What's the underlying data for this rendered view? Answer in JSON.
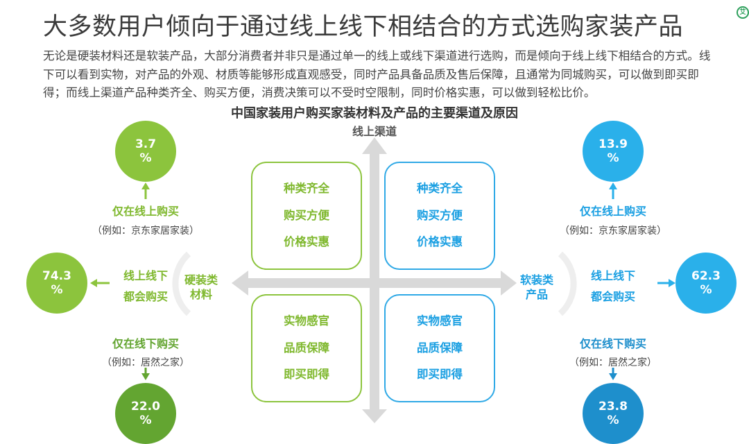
{
  "page": {
    "title": "大多数用户倾向于通过线上线下相结合的方式选购家装产品",
    "intro": "无论是硬装材料还是软装产品，大部分消费者并非只是通过单一的线上或线下渠道进行选购，而是倾向于线上线下相结合的方式。线下可以看到实物，对产品的外观、材质等能够形成直观感受，同时产品具备品质及售后保障，且通常为同城购买，可以做到即买即得；而线上渠道产品种类齐全、购买方便，消费决策可以不受时空限制，同时价格实惠，可以做到轻松比价。",
    "corner_logo": "艾"
  },
  "diagram": {
    "title": "中国家装用户购买家装材料及产品的主要渠道及原因",
    "axis_top": "线上渠道",
    "axis_left": [
      "硬装类",
      "材料"
    ],
    "axis_right": [
      "软装类",
      "产品"
    ],
    "online_reasons": [
      "种类齐全",
      "购买方便",
      "价格实惠"
    ],
    "offline_reasons": [
      "实物感官",
      "品质保障",
      "即买即得"
    ],
    "hard": {
      "online_only": {
        "value": "3.7",
        "unit": "%",
        "label": "仅在线上购买",
        "example": "（例如：京东家居家装）"
      },
      "both": {
        "value": "74.3",
        "unit": "%",
        "label": [
          "线上线下",
          "都会购买"
        ]
      },
      "offline_only": {
        "value": "22.0",
        "unit": "%",
        "label": "仅在线下购买",
        "example": "（例如：居然之家）"
      }
    },
    "soft": {
      "online_only": {
        "value": "13.9",
        "unit": "%",
        "label": "仅在线上购买",
        "example": "（例如：京东家居家装）"
      },
      "both": {
        "value": "62.3",
        "unit": "%",
        "label": [
          "线上线下",
          "都会购买"
        ]
      },
      "offline_only": {
        "value": "23.8",
        "unit": "%",
        "label": "仅在线下购买",
        "example": "（例如：居然之家）"
      }
    },
    "colors": {
      "green": "#8cc43d",
      "dark_green": "#63a531",
      "blue": "#2ab0ea",
      "dark_blue": "#1e8fcc",
      "axis_gray": "#d9d9d9"
    }
  }
}
